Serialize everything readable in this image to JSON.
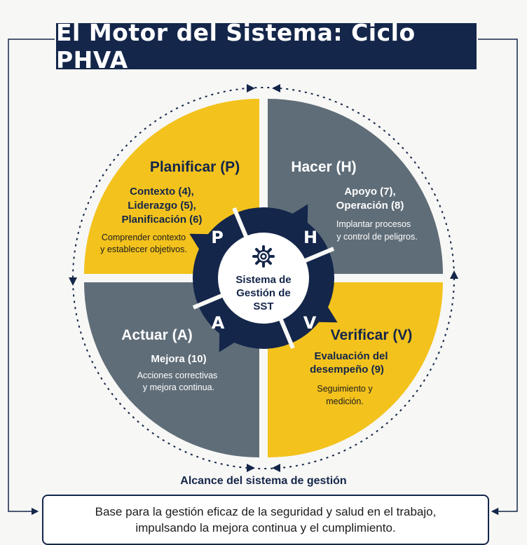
{
  "title": "El Motor del Sistema: Ciclo PHVA",
  "center": {
    "line1": "Sistema de",
    "line2": "Gestión de",
    "line3": "SST"
  },
  "quadrants": {
    "planificar": {
      "heading": "Planificar (P)",
      "clauses": [
        "Contexto (4),",
        "Liderazgo (5),",
        "Planificación (6)"
      ],
      "note": [
        "Comprender contexto",
        "y establecer objetivos."
      ],
      "letter": "P",
      "color": "#f3c21d"
    },
    "hacer": {
      "heading": "Hacer (H)",
      "clauses": [
        "Apoyo (7),",
        "Operación (8)"
      ],
      "note": [
        "Implantar procesos",
        "y control de peligros."
      ],
      "letter": "H",
      "color": "#5f6d78"
    },
    "actuar": {
      "heading": "Actuar (A)",
      "clauses": [
        "Mejora (10)"
      ],
      "note": [
        "Acciones correctivas",
        "y mejora continua."
      ],
      "letter": "A",
      "color": "#5f6d78"
    },
    "verificar": {
      "heading": "Verificar (V)",
      "clauses": [
        "Evaluación del",
        "desempeño (9)"
      ],
      "note": [
        "Seguimiento y",
        "medición."
      ],
      "letter": "V",
      "color": "#f3c21d"
    }
  },
  "scope_label": "Alcance del sistema de gestión",
  "footer": {
    "line1": "Base para la gestión eficaz de la seguridad y salud en el trabajo,",
    "line2": "impulsando la mejora continua y el cumplimiento."
  },
  "colors": {
    "navy": "#14264a",
    "yellow": "#f3c21d",
    "slate": "#5f6d78",
    "background": "#f7f7f5"
  }
}
